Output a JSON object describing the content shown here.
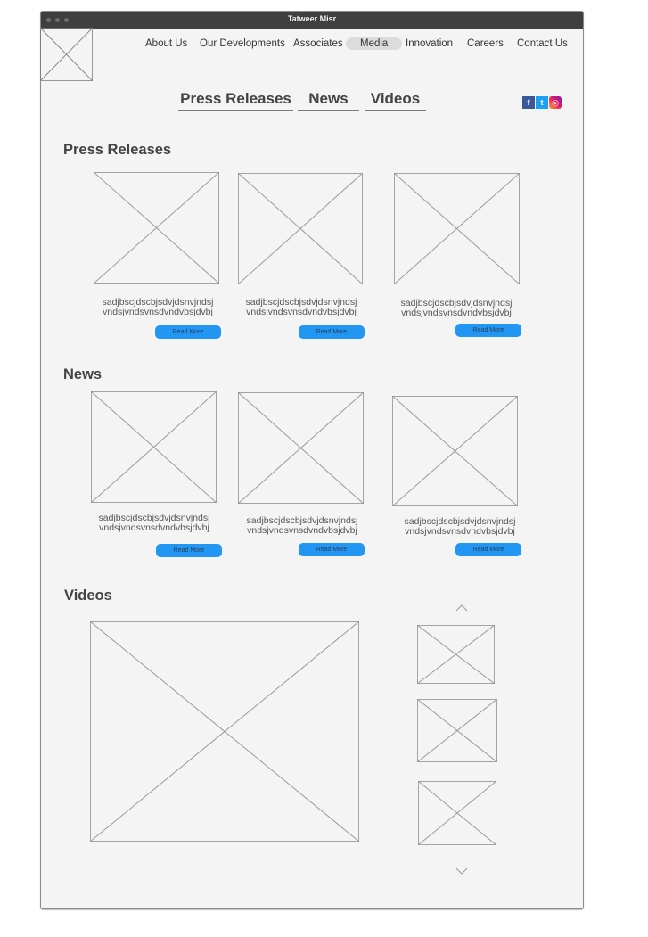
{
  "window": {
    "title": "Tatweer Misr"
  },
  "nav": {
    "items": [
      {
        "label": "About Us",
        "active": false
      },
      {
        "label": "Our Developments",
        "active": false
      },
      {
        "label": "Associates",
        "active": false
      },
      {
        "label": "Media",
        "active": true
      },
      {
        "label": "Innovation",
        "active": false
      },
      {
        "label": "Careers",
        "active": false
      },
      {
        "label": "Contact Us",
        "active": false
      }
    ]
  },
  "tabs": [
    {
      "label": "Press Releases"
    },
    {
      "label": "News"
    },
    {
      "label": "Videos"
    }
  ],
  "social": {
    "facebook": {
      "glyph": "f",
      "color": "#3b5998"
    },
    "twitter": {
      "glyph": "t",
      "color": "#1da1f2"
    },
    "instagram": {
      "glyph": "◎",
      "color": "#d6249f"
    }
  },
  "sections": {
    "press_releases": {
      "title": "Press Releases",
      "cards": [
        {
          "line1": "sadjbscjdscbjsdvjdsnvjndsj",
          "line2": "vndsjvndsvnsdvndvbsjdvbj",
          "button": "Read More"
        },
        {
          "line1": "sadjbscjdscbjsdvjdsnvjndsj",
          "line2": "vndsjvndsvnsdvndvbsjdvbj",
          "button": "Read More"
        },
        {
          "line1": "sadjbscjdscbjsdvjdsnvjndsj",
          "line2": "vndsjvndsvnsdvndvbsjdvbj",
          "button": "Read More"
        }
      ]
    },
    "news": {
      "title": "News",
      "cards": [
        {
          "line1": "sadjbscjdscbjsdvjdsnvjndsj",
          "line2": "vndsjvndsvnsdvndvbsjdvbj",
          "button": "Read More"
        },
        {
          "line1": "sadjbscjdscbjsdvjdsnvjndsj",
          "line2": "vndsjvndsvnsdvndvbsjdvbj",
          "button": "Read More"
        },
        {
          "line1": "sadjbscjdscbjsdvjdsnvjndsj",
          "line2": "vndsjvndsvnsdvndvbsjdvbj",
          "button": "Read More"
        }
      ]
    },
    "videos": {
      "title": "Videos",
      "scroll_up": "^",
      "scroll_down": "v"
    }
  },
  "colors": {
    "accent": "#2196f3",
    "background": "#f4f4f4",
    "titlebar": "#3f3f3f"
  }
}
